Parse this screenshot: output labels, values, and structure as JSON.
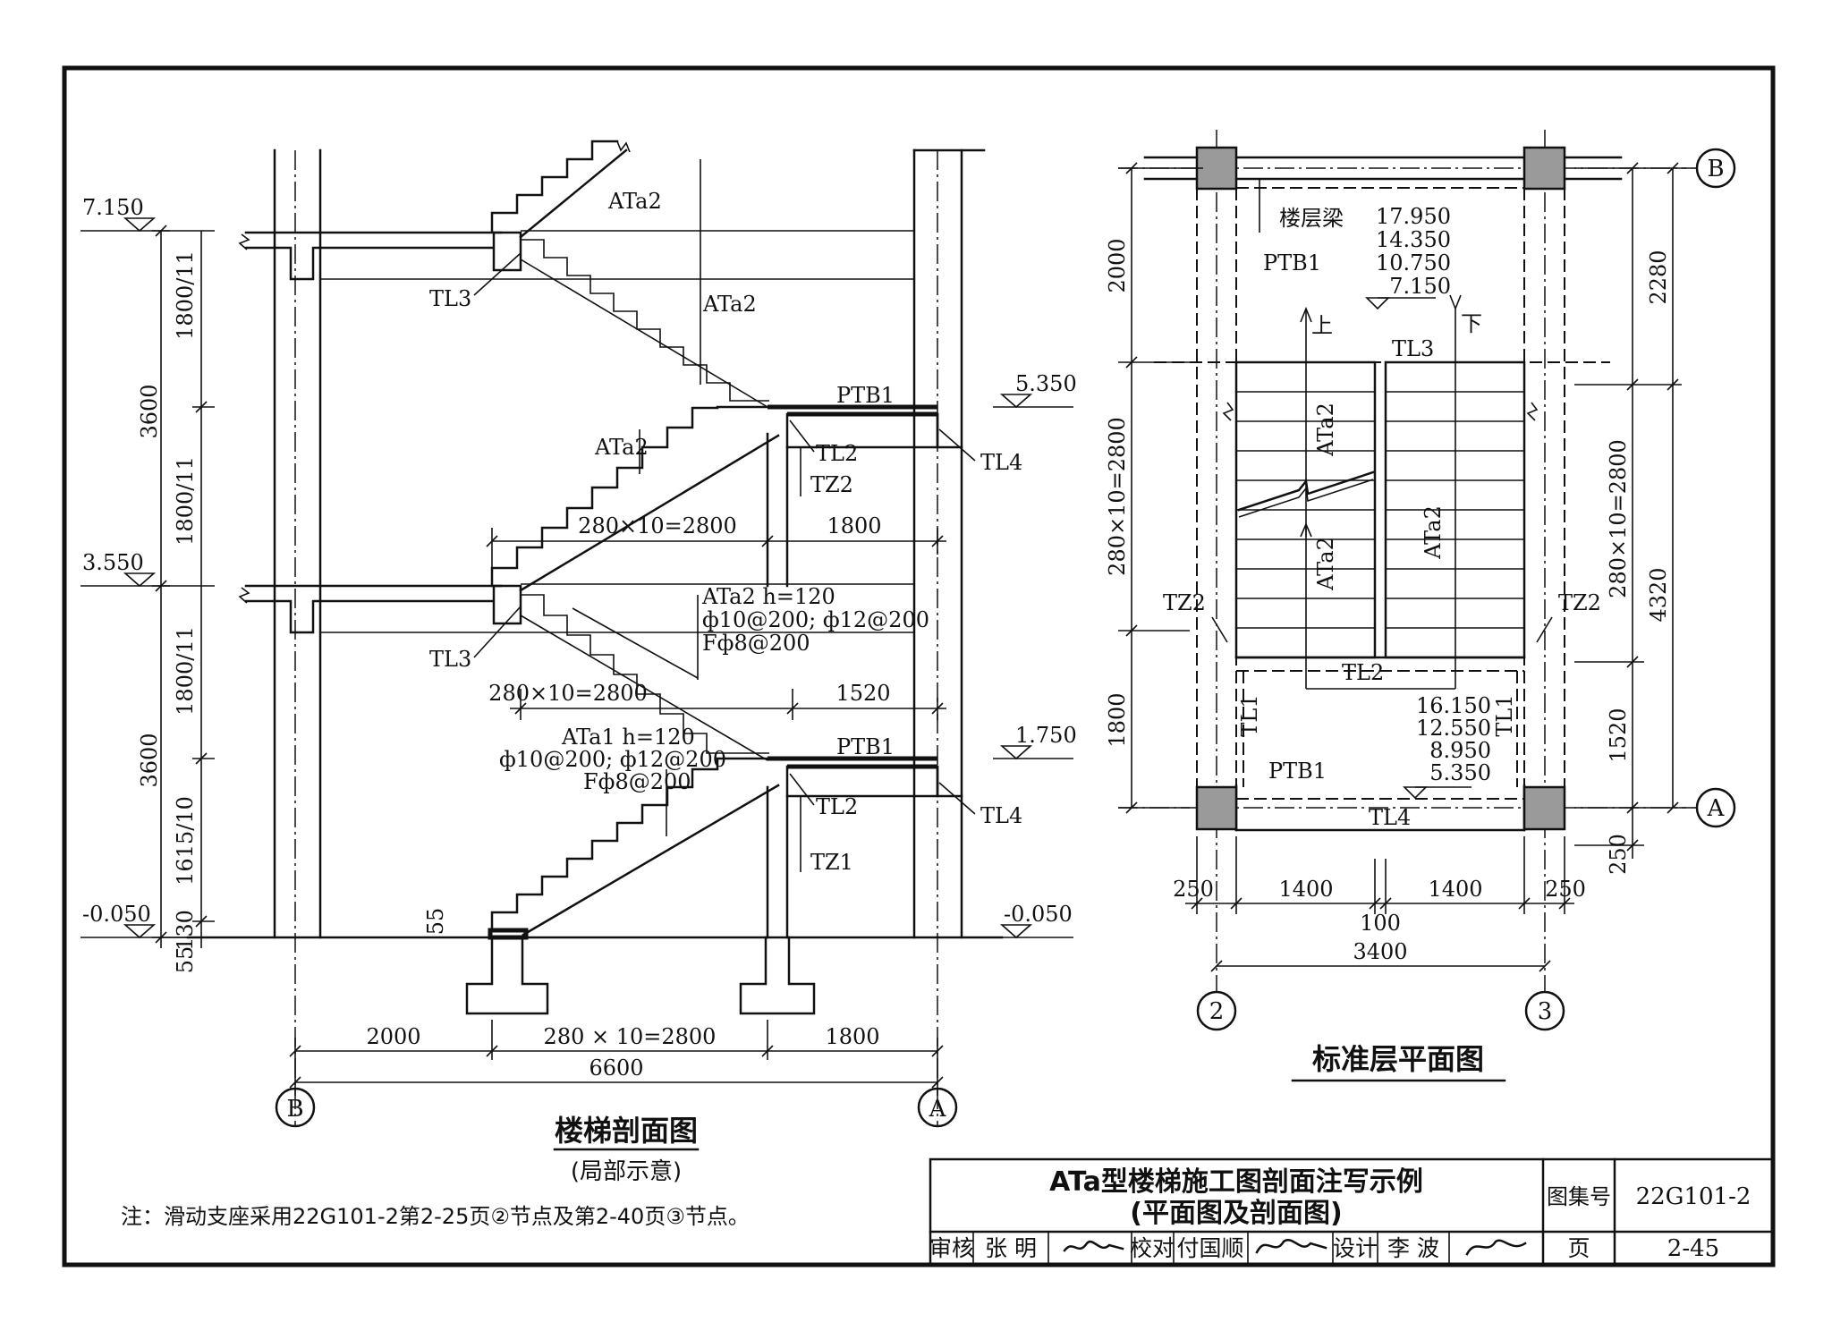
{
  "section": {
    "title": "楼梯剖面图",
    "subtitle": "(局部示意)",
    "elevations": {
      "e7150": "7.150",
      "e3550": "3.550",
      "e0050_left": "-0.050",
      "e5350": "5.350",
      "e1750": "1.750",
      "e0050_right": "-0.050"
    },
    "labels": {
      "ata2_top": "ATa2",
      "ata2_mid": "ATa2",
      "ata2_low": "ATa2",
      "ptb1_upper": "PTB1",
      "ptb1_lower": "PTB1",
      "tl3_upper": "TL3",
      "tl3_lower": "TL3",
      "tl2_upper": "TL2",
      "tl2_lower": "TL2",
      "tl4_upper": "TL4",
      "tl4_lower": "TL4",
      "tz2": "TZ2",
      "tz1": "TZ1"
    },
    "annotations": {
      "ata2_spec_1": "ATa2 h=120",
      "ata2_spec_2": "ф10@200; ф12@200",
      "ata2_spec_3": "Fф8@200",
      "ata1_spec_1": "ATa1 h=120",
      "ata1_spec_2": "ф10@200; ф12@200",
      "ata1_spec_3": "Fф8@200"
    },
    "dimensions": {
      "d1800_11_top": "1800/11",
      "d3600_top": "3600",
      "d1800_11_mid": "1800/11",
      "d1800_11_low": "1800/11",
      "d3600_low": "3600",
      "d1615_10": "1615/10",
      "d130": "130",
      "d55_left": "55",
      "d55_step": "55",
      "run_upper": "280×10=2800",
      "land_upper": "1800",
      "run_mid": "280×10=2800",
      "land_mid": "1520",
      "bot_2000": "2000",
      "bot_2800": "280 × 10=2800",
      "bot_1800": "1800",
      "bot_6600": "6600"
    },
    "axes": {
      "left": "B",
      "right": "A"
    }
  },
  "plan": {
    "title": "标准层平面图",
    "labels": {
      "floor_beam": "楼层梁",
      "ptb1_top": "PTB1",
      "ptb1_bottom": "PTB1",
      "up": "上",
      "down": "下",
      "tl3": "TL3",
      "tl2": "TL2",
      "tl4": "TL4",
      "tl1_left": "TL1",
      "tl1_right": "TL1",
      "tz2_left": "TZ2",
      "tz2_right": "TZ2",
      "ata2_a": "ATa2",
      "ata2_b": "ATa2",
      "ata2_c": "ATa2"
    },
    "elev_top": [
      "17.950",
      "14.350",
      "10.750",
      "7.150"
    ],
    "elev_bottom": [
      "16.150",
      "12.550",
      "8.950",
      "5.350"
    ],
    "dimensions": {
      "left_2000": "2000",
      "left_2800": "280×10=2800",
      "left_1800": "1800",
      "right_2280": "2280",
      "right_2800": "280×10=2800",
      "right_4320": "4320",
      "right_1520": "1520",
      "right_250": "250",
      "b_250a": "250",
      "b_1400a": "1400",
      "b_1400b": "1400",
      "b_250b": "250",
      "b_100": "100",
      "b_3400": "3400"
    },
    "axes": {
      "top": "B",
      "bottom": "A",
      "left": "2",
      "right": "3"
    }
  },
  "note": "注：滑动支座采用22G101-2第2-25页②节点及第2-40页③节点。",
  "title_block": {
    "title_line1": "ATa型楼梯施工图剖面注写示例",
    "title_line2": "(平面图及剖面图)",
    "atlas_label": "图集号",
    "atlas_value": "22G101-2",
    "review_label": "审核",
    "review_name": "张 明",
    "check_label": "校对",
    "check_name": "付国顺",
    "design_label": "设计",
    "design_name": "李 波",
    "page_label": "页",
    "page_value": "2-45"
  }
}
